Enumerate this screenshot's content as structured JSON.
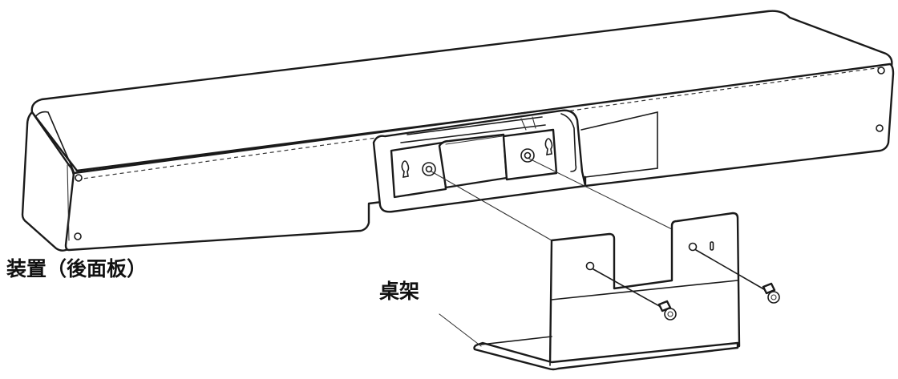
{
  "diagram": {
    "type": "installation-illustration",
    "subject": "video bar rear panel with desk stand mounting",
    "labels": {
      "device": "装置（後面板）",
      "stand": "桌架"
    },
    "parts": [
      {
        "id": "device",
        "label": "装置（後面板）",
        "description": "long rectangular bar device viewed from the back"
      },
      {
        "id": "mount-bracket",
        "description": "recessed mounting bracket with two keyhole slots and two screw holes on the rear panel"
      },
      {
        "id": "stand",
        "label": "桌架",
        "description": "U-shaped desk stand with two raised tabs, each with a screw hole"
      },
      {
        "id": "screws",
        "count": 2,
        "description": "two screws passing through stand tabs into device bracket"
      }
    ],
    "colors": {
      "line": "#1a1a1a",
      "background": "#ffffff"
    }
  }
}
